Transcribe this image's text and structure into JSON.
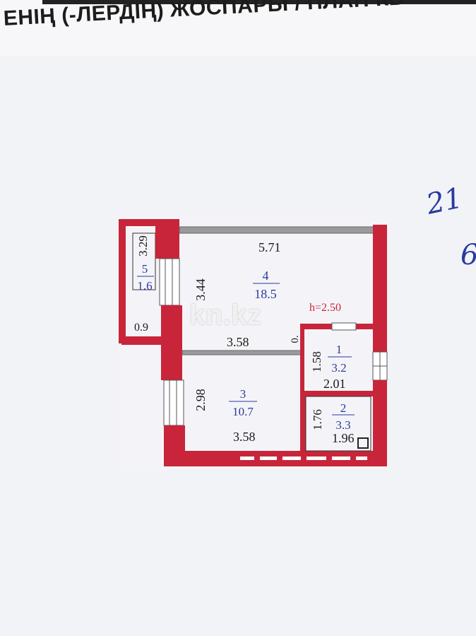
{
  "header": {
    "title": "ЕНІҢ (-ЛЕРДІҢ) ЖОСПАРЫ / ПЛАН КВ"
  },
  "handwriting": {
    "line1": "21",
    "line2": "6"
  },
  "plan": {
    "colors": {
      "wall": "#c8253a",
      "partition": "#9a9a9a",
      "window": "#ffffff"
    },
    "rooms": [
      {
        "number": "1",
        "area": "3.2"
      },
      {
        "number": "2",
        "area": "3.3"
      },
      {
        "number": "3",
        "area": "10.7"
      },
      {
        "number": "4",
        "area": "18.5"
      },
      {
        "number": "5",
        "area": "1.6"
      }
    ],
    "dims": {
      "balcony_len": "3.29",
      "room4_width": "5.71",
      "room4_depth": "3.44",
      "room4_bottom": "3.58",
      "room3_depth": "2.98",
      "room3_bottom": "3.58",
      "hall_depth": "1.58",
      "hall_width": "2.01",
      "bath_depth": "1.76",
      "bath_width": "1.96",
      "door_gap": "0.",
      "balcony_small": "0.9",
      "ceiling_height": "h=2.50"
    }
  },
  "watermark": "kn.kz"
}
